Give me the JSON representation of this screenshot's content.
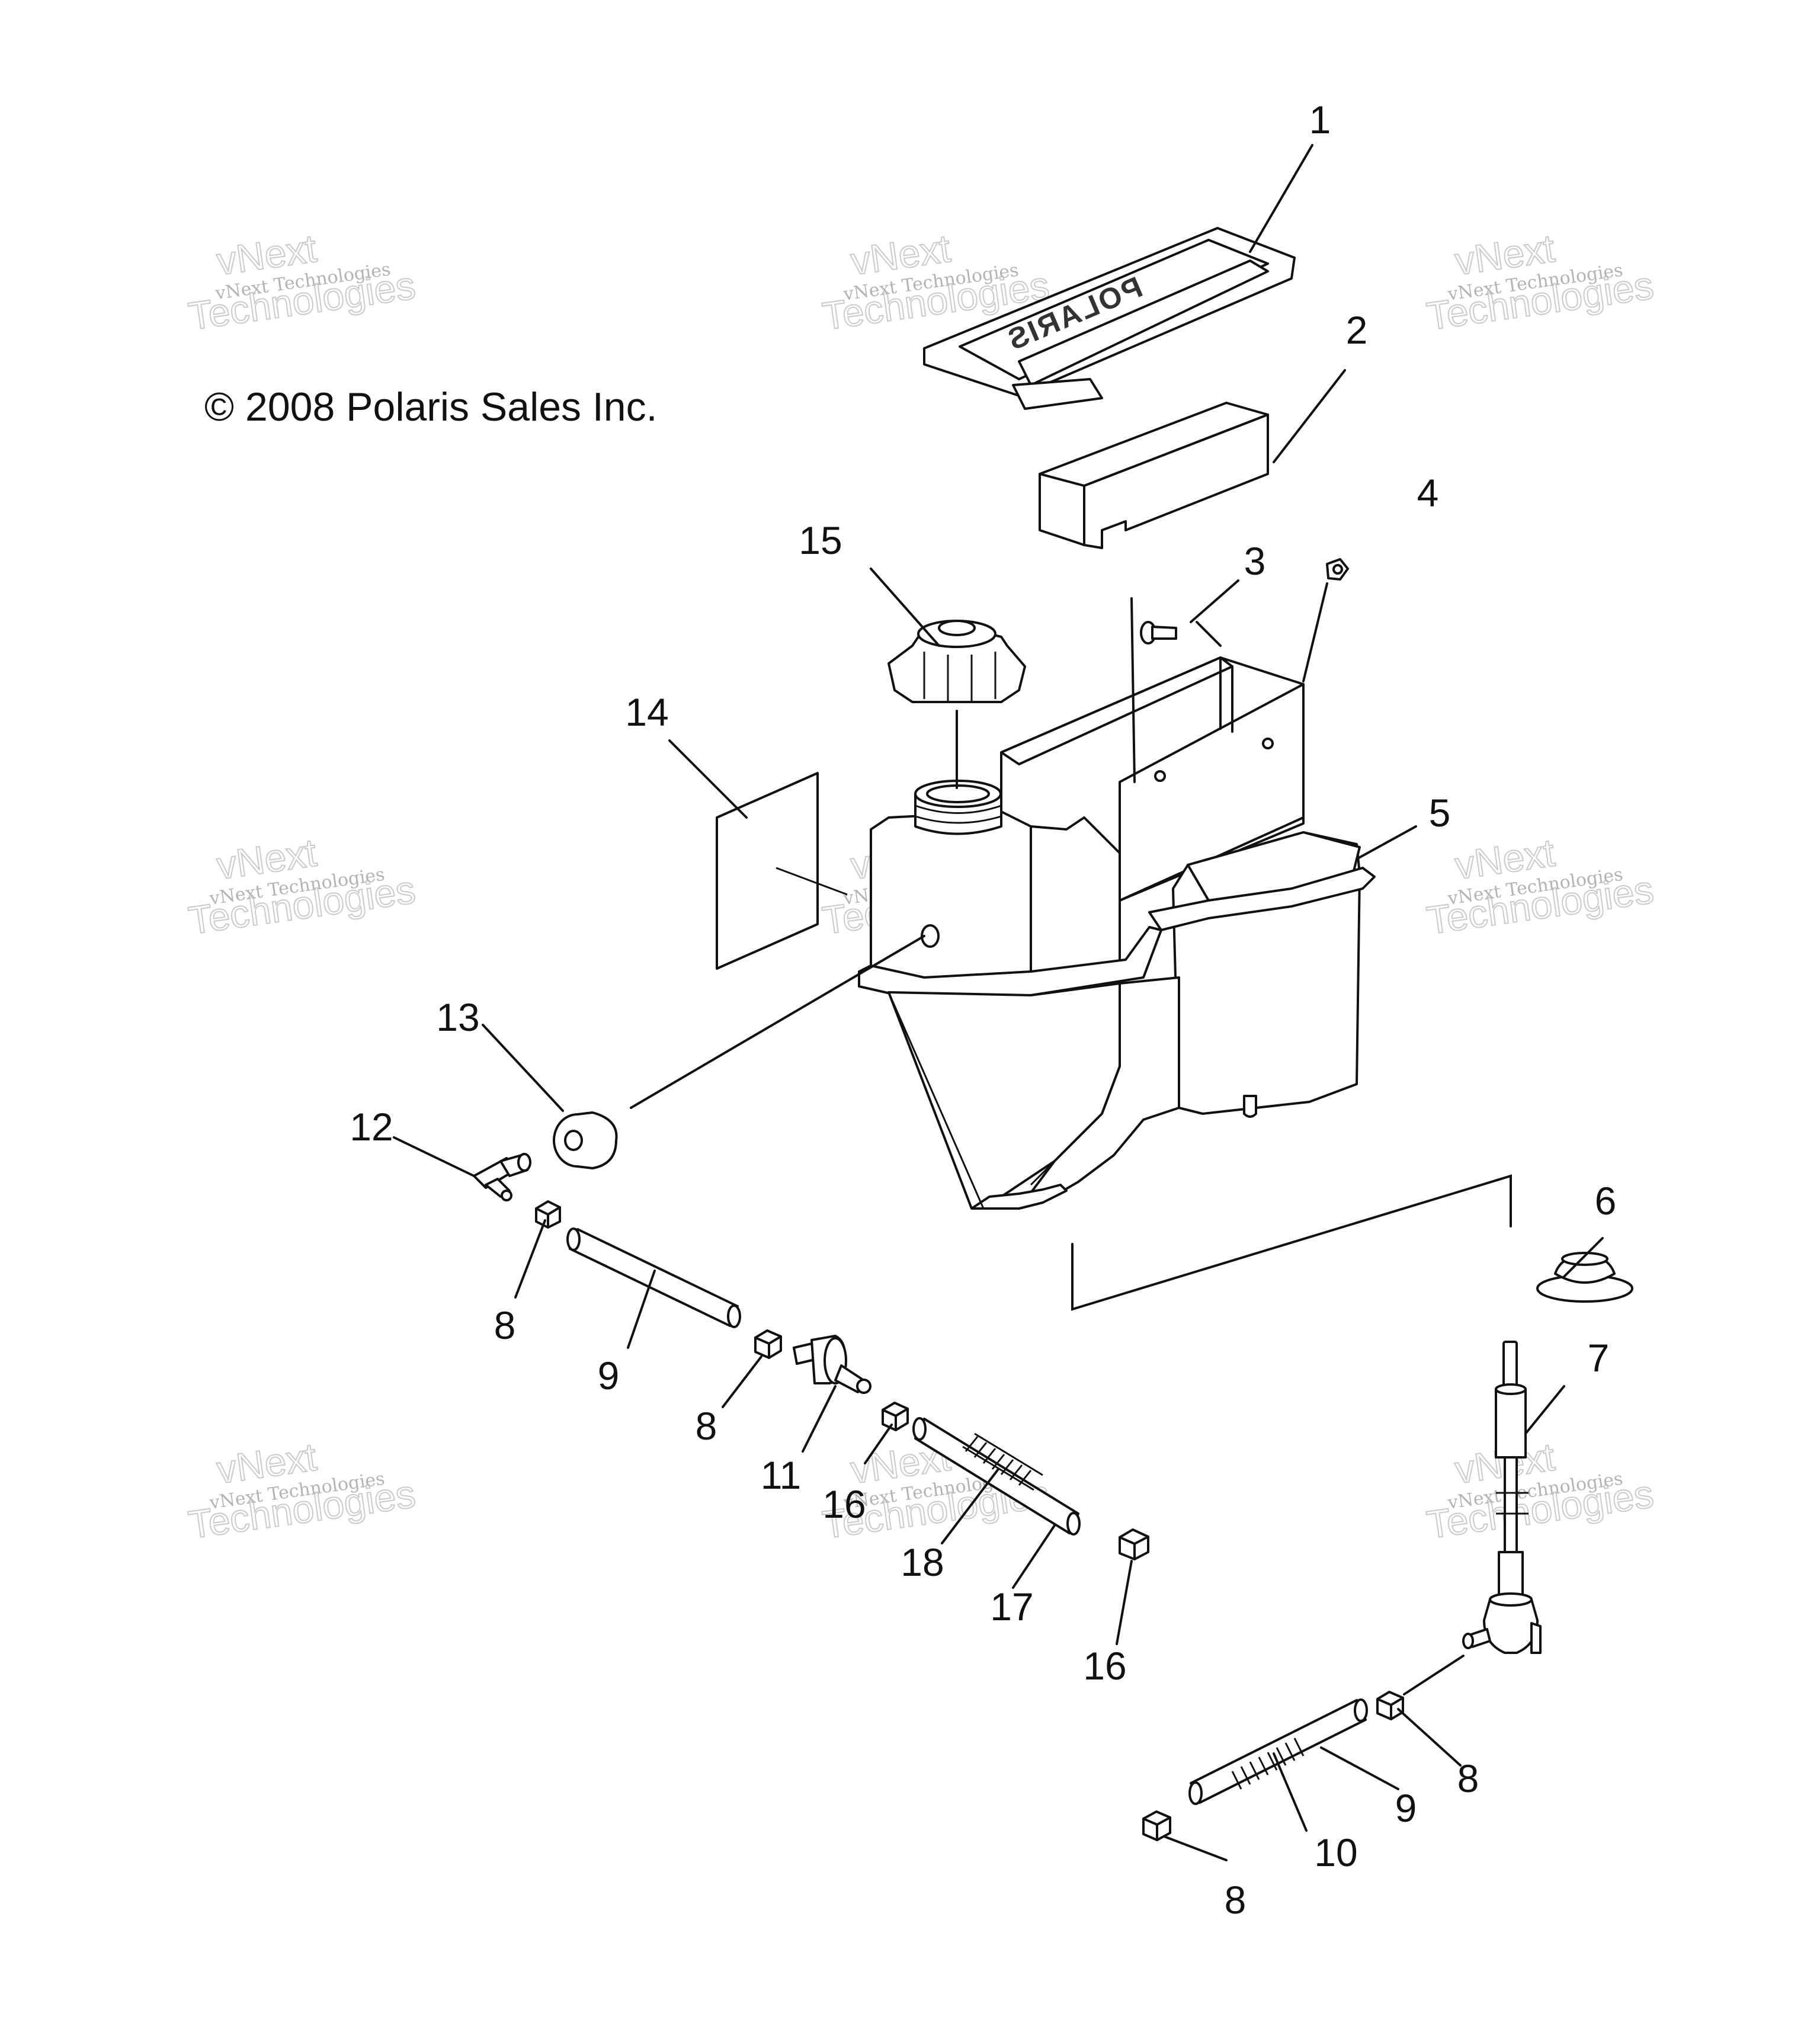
{
  "copyright": "© 2008 Polaris Sales Inc.",
  "logo_text": "POLARIS",
  "watermark": {
    "line1": "vNext Technologies",
    "line2": "vNext",
    "line3": "Technologies"
  },
  "callouts": [
    "1",
    "2",
    "3",
    "4",
    "5",
    "6",
    "7",
    "8",
    "9",
    "10",
    "11",
    "12",
    "13",
    "14",
    "15",
    "16",
    "17",
    "18"
  ]
}
